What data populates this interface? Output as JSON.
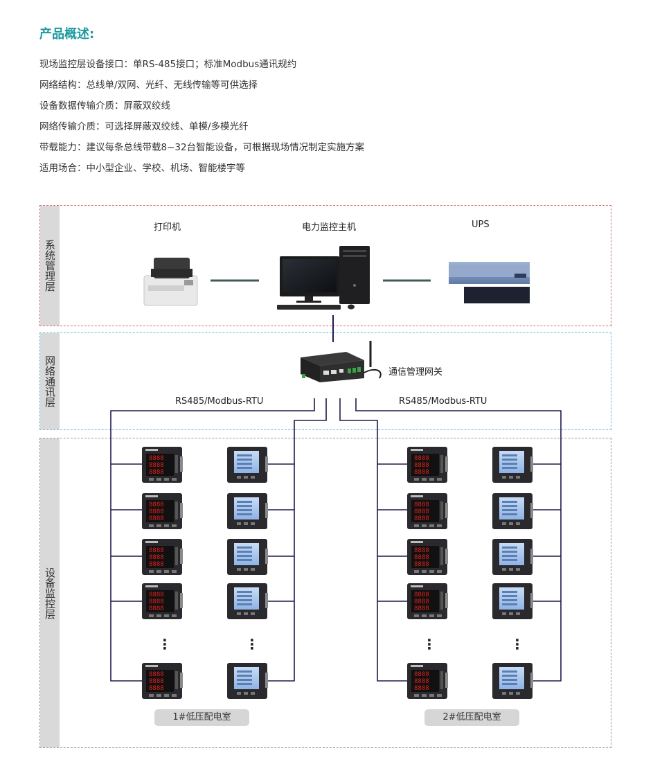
{
  "heading": "产品概述:",
  "features": [
    "现场监控层设备接口：单RS-485接口；标准Modbus通讯规约",
    "网络结构：总线单/双网、光纤、无线传输等可供选择",
    "设备数据传输介质：屏蔽双绞线",
    "网络传输介质：可选择屏蔽双绞线、单模/多模光纤",
    "带载能力：建议每条总线带载8~32台智能设备，可根据现场情况制定实施方案",
    "适用场合：中小型企业、学校、机场、智能楼宇等"
  ],
  "layers": {
    "system": "系统管理层",
    "network": "网络通讯层",
    "device": "设备监控层"
  },
  "devices": {
    "printer": "打印机",
    "host": "电力监控主机",
    "ups": "UPS",
    "gateway": "通信管理网关"
  },
  "bus_label_left": "RS485/Modbus-RTU",
  "bus_label_right": "RS485/Modbus-RTU",
  "rooms": [
    "1#低压配电室",
    "2#低压配电室"
  ],
  "ellipsis": "⋮",
  "colors": {
    "heading": "#1a9aa0",
    "bus_line": "#1e1a4d",
    "system_border": "#d9686a",
    "network_border": "#6fb7d2",
    "device_border": "#999999",
    "meter_led": "#e0201c",
    "meter_lcd": "#a9c8ef"
  }
}
